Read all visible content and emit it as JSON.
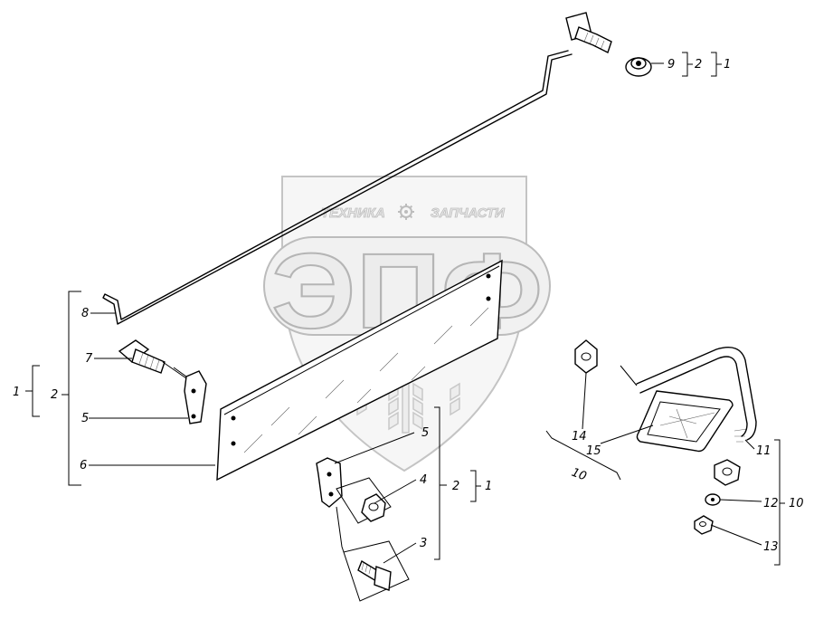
{
  "watermark": {
    "top_left": "ТЕХНИКА",
    "top_right": "ЗАПЧАСТИ",
    "logo": "ЭПФ",
    "gear_icon": "gear-icon",
    "color_fill": "#ececec",
    "color_stroke": "#b5b5b5"
  },
  "callouts": {
    "p1_left": "1",
    "p2_left": "2",
    "p8": "8",
    "p7": "7",
    "p5_left": "5",
    "p6": "6",
    "p9": "9",
    "p2_top": "2",
    "p1_top": "1",
    "p5_mid": "5",
    "p4": "4",
    "p3": "3",
    "p2_mid": "2",
    "p1_mid": "1",
    "p14": "14",
    "p15": "15",
    "p10_left": "10",
    "p11": "11",
    "p12": "12",
    "p13": "13",
    "p10_right": "10"
  }
}
